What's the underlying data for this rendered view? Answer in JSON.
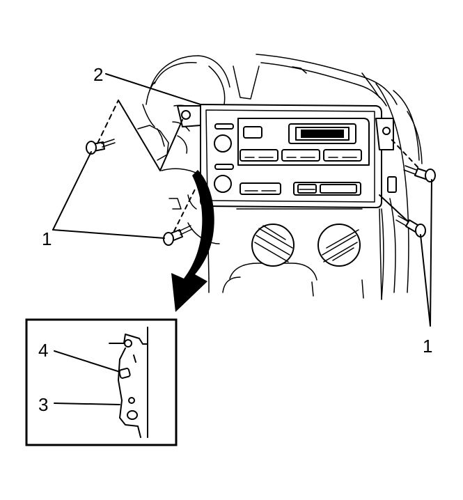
{
  "callouts": {
    "c1_left": "1",
    "c1_right": "1",
    "c2": "2",
    "c3": "3",
    "c4": "4"
  },
  "colors": {
    "ink": "#000000",
    "paper": "#ffffff"
  }
}
